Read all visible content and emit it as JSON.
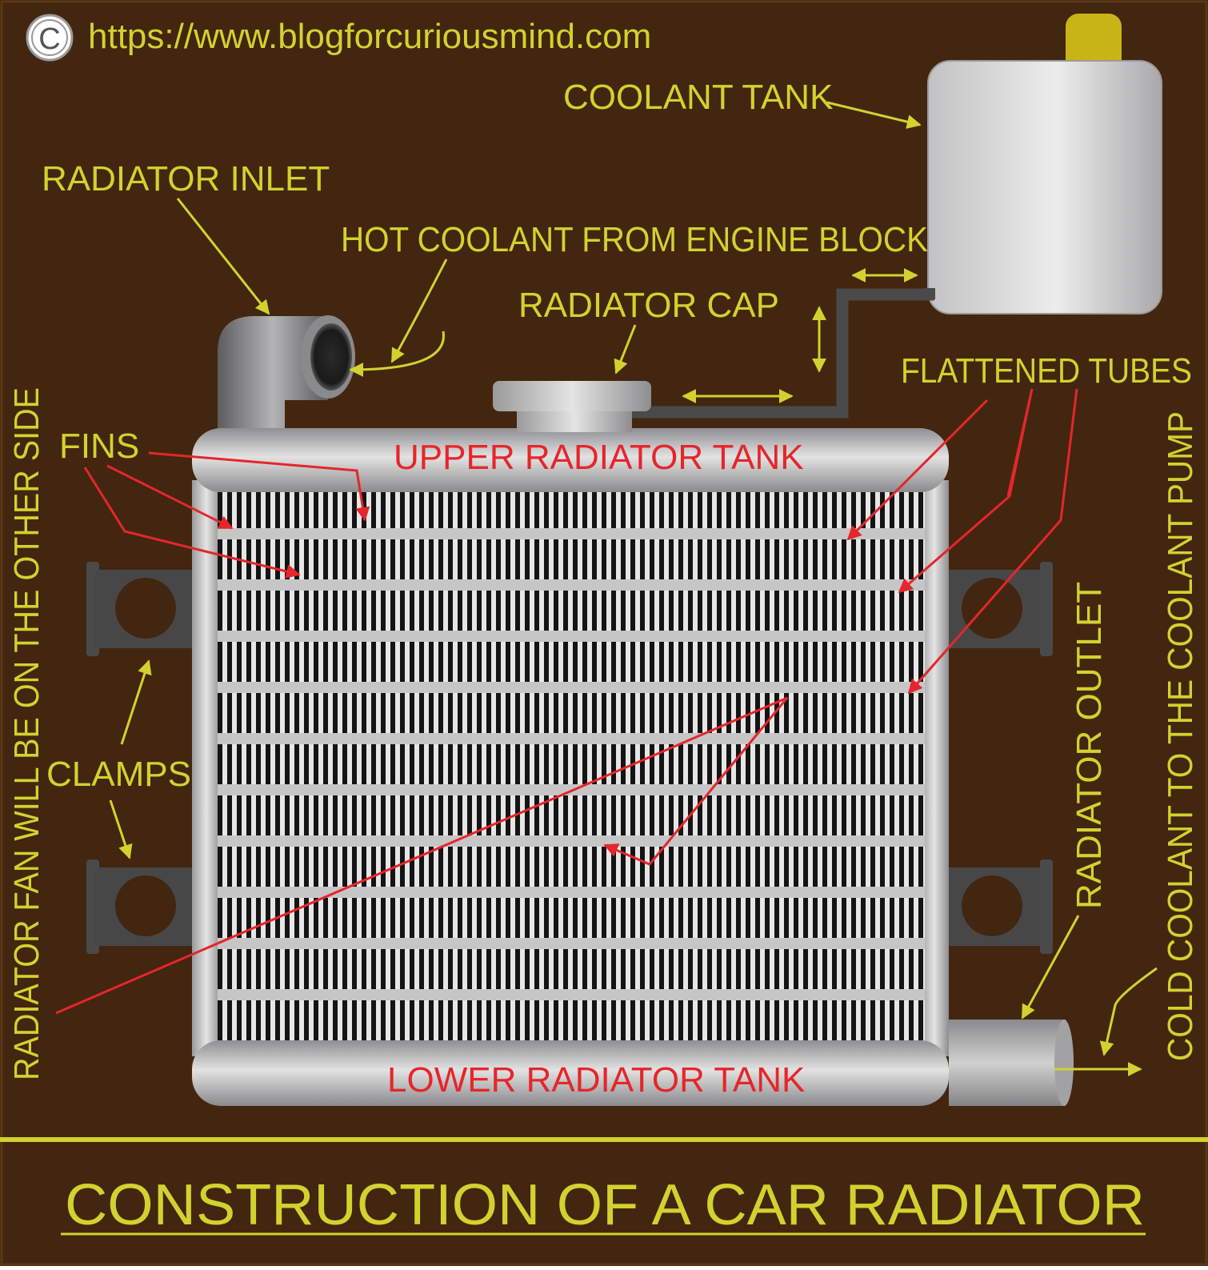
{
  "copyright": {
    "symbol": "C",
    "url": "https://www.blogforcuriousmind.com"
  },
  "labels": {
    "coolant_tank": "COOLANT TANK",
    "radiator_inlet": "RADIATOR INLET",
    "hot_coolant": "HOT COOLANT FROM ENGINE BLOCK",
    "radiator_cap": "RADIATOR CAP",
    "flattened_tubes": "FLATTENED TUBES",
    "fins": "FINS",
    "upper_tank": "UPPER RADIATOR TANK",
    "lower_tank": "LOWER RADIATOR TANK",
    "clamps": "CLAMPS",
    "radiator_outlet": "RADIATOR OUTLET",
    "cold_coolant": "COLD COOLANT TO THE COOLANT PUMP",
    "fan_note": "RADIATOR FAN WILL BE ON THE OTHER SIDE"
  },
  "title": "CONSTRUCTION OF A CAR RADIATOR",
  "colors": {
    "background": "#43260f",
    "label": "#d2d22f",
    "red_label": "#e5262a",
    "metal": "#b9b9ba",
    "dark_metal": "#4a4a4b",
    "cap_yellow": "#c8b416"
  }
}
